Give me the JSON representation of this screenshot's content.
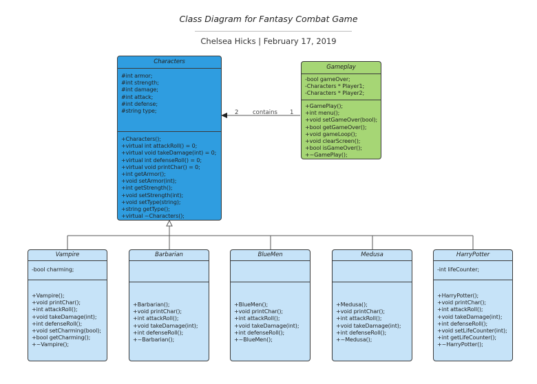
{
  "header": {
    "title": "Class Diagram for Fantasy Combat Game",
    "subtitle": "Chelsea Hicks | February 17, 2019"
  },
  "classes": {
    "characters": {
      "name": "Characters",
      "attributes": [
        "#int armor;",
        "#int strength;",
        "#int damage;",
        "#int attack;",
        "#int defense;",
        "#string type;"
      ],
      "methods": [
        "+Characters();",
        "+virtual int attackRoll() = 0;",
        "+virtual void takeDamage(int) = 0;",
        "+virtual int defenseRoll() = 0;",
        "+virtual void printChar() = 0;",
        "+int getArmor();",
        "+void setArmor(int);",
        "+int getStrength();",
        "+void setStrength(int);",
        "+void setType(string);",
        "+string getType();",
        "+virtual ~Characters();"
      ]
    },
    "gameplay": {
      "name": "Gameplay",
      "attributes": [
        "-bool gameOver;",
        "-Characters * Player1;",
        "-Characters * Player2;"
      ],
      "methods": [
        "+GamePlay();",
        "+int menu();",
        "+void setGameOver(bool);",
        "+bool getGameOver();",
        "+void gameLoop();",
        "+void clearScreen();",
        "+bool isGameOver();",
        "+~GamePlay();"
      ]
    },
    "vampire": {
      "name": "Vampire",
      "attributes": [
        "-bool charming;"
      ],
      "methods": [
        "+Vampire();",
        "+void printChar();",
        "+int attackRoll();",
        "+void takeDamage(int);",
        "+int defenseRoll();",
        "+void setCharming(bool);",
        "+bool getCharming();",
        "+~Vampire();"
      ]
    },
    "barbarian": {
      "name": "Barbarian",
      "attributes": [],
      "methods": [
        "+Barbarian();",
        "+void printChar();",
        "+int attackRoll();",
        "+void takeDamage(int);",
        "+int defenseRoll();",
        "+~Barbarian();"
      ]
    },
    "bluemen": {
      "name": "BlueMen",
      "attributes": [],
      "methods": [
        "+BlueMen();",
        "+void printChar();",
        "+int attackRoll();",
        "+void takeDamage(int);",
        "+int defenseRoll();",
        "+~BlueMen();"
      ]
    },
    "medusa": {
      "name": "Medusa",
      "attributes": [],
      "methods": [
        "+Medusa();",
        "+void printChar();",
        "+int attackRoll();",
        "+void takeDamage(int);",
        "+int defenseRoll();",
        "+~Medusa();"
      ]
    },
    "harrypotter": {
      "name": "HarryPotter",
      "attributes": [
        "-int lifeCounter;"
      ],
      "methods": [
        "+HarryPotter();",
        "+void printChar();",
        "+int attackRoll();",
        "+void takeDamage(int);",
        "+int defenseRoll();",
        "+void setLifeCounter(int);",
        "+int getLifeCounter();",
        "+~HarryPotter();"
      ]
    }
  },
  "association": {
    "label": "contains",
    "source_multiplicity": "1",
    "target_multiplicity": "2"
  },
  "colors": {
    "abstract_class": "#2f9de0",
    "controller_class": "#a6d675",
    "subclass": "#c6e3f8",
    "border": "#3a3a3a"
  }
}
